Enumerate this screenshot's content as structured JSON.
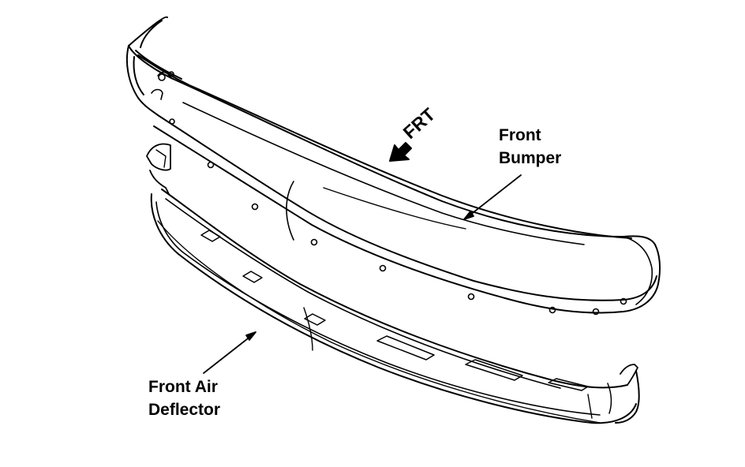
{
  "labels": {
    "front_bumper": [
      "Front",
      "Bumper"
    ],
    "front_air_deflector": [
      "Front Air",
      "Deflector"
    ]
  },
  "direction_indicator": {
    "text": "FRT"
  },
  "colors": {
    "line": "#000000",
    "background": "#ffffff"
  }
}
